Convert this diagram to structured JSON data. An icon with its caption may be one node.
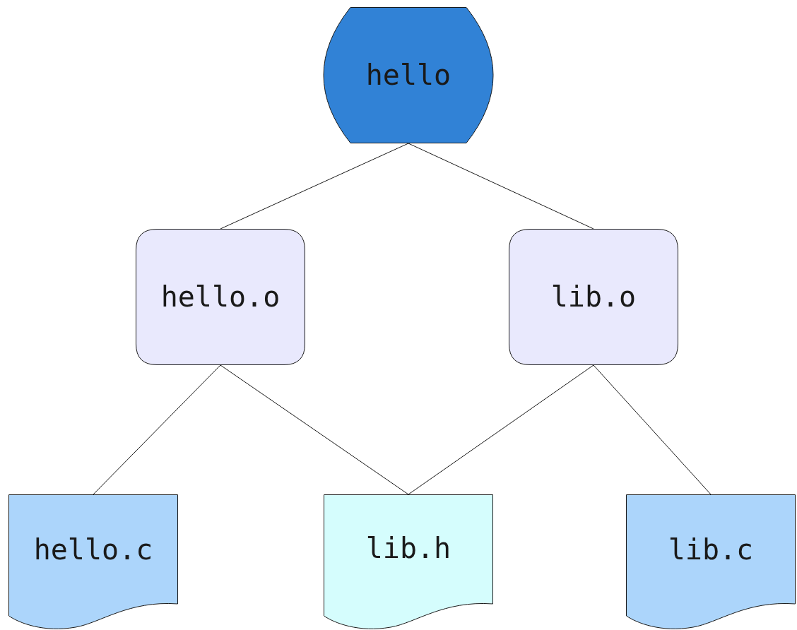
{
  "diagram": {
    "nodes": [
      {
        "text": [
          "hello"
        ]
      },
      {
        "text": [
          "hello.o"
        ]
      },
      {
        "text": [
          "lib.o"
        ]
      },
      {
        "text": [
          "hello.c"
        ]
      },
      {
        "text": [
          "lib.h"
        ]
      },
      {
        "text": [
          "lib.c"
        ]
      }
    ],
    "edges": [
      {
        "from": 0,
        "to": 1,
        "arrow": "none"
      },
      {
        "from": 0,
        "to": 2,
        "arrow": "none"
      },
      {
        "from": 1,
        "to": 3,
        "arrow": "none"
      },
      {
        "from": 1,
        "to": 4,
        "arrow": "none"
      },
      {
        "from": 2,
        "to": 4,
        "arrow": "none"
      },
      {
        "from": 2,
        "to": 5,
        "arrow": "none"
      }
    ]
  }
}
